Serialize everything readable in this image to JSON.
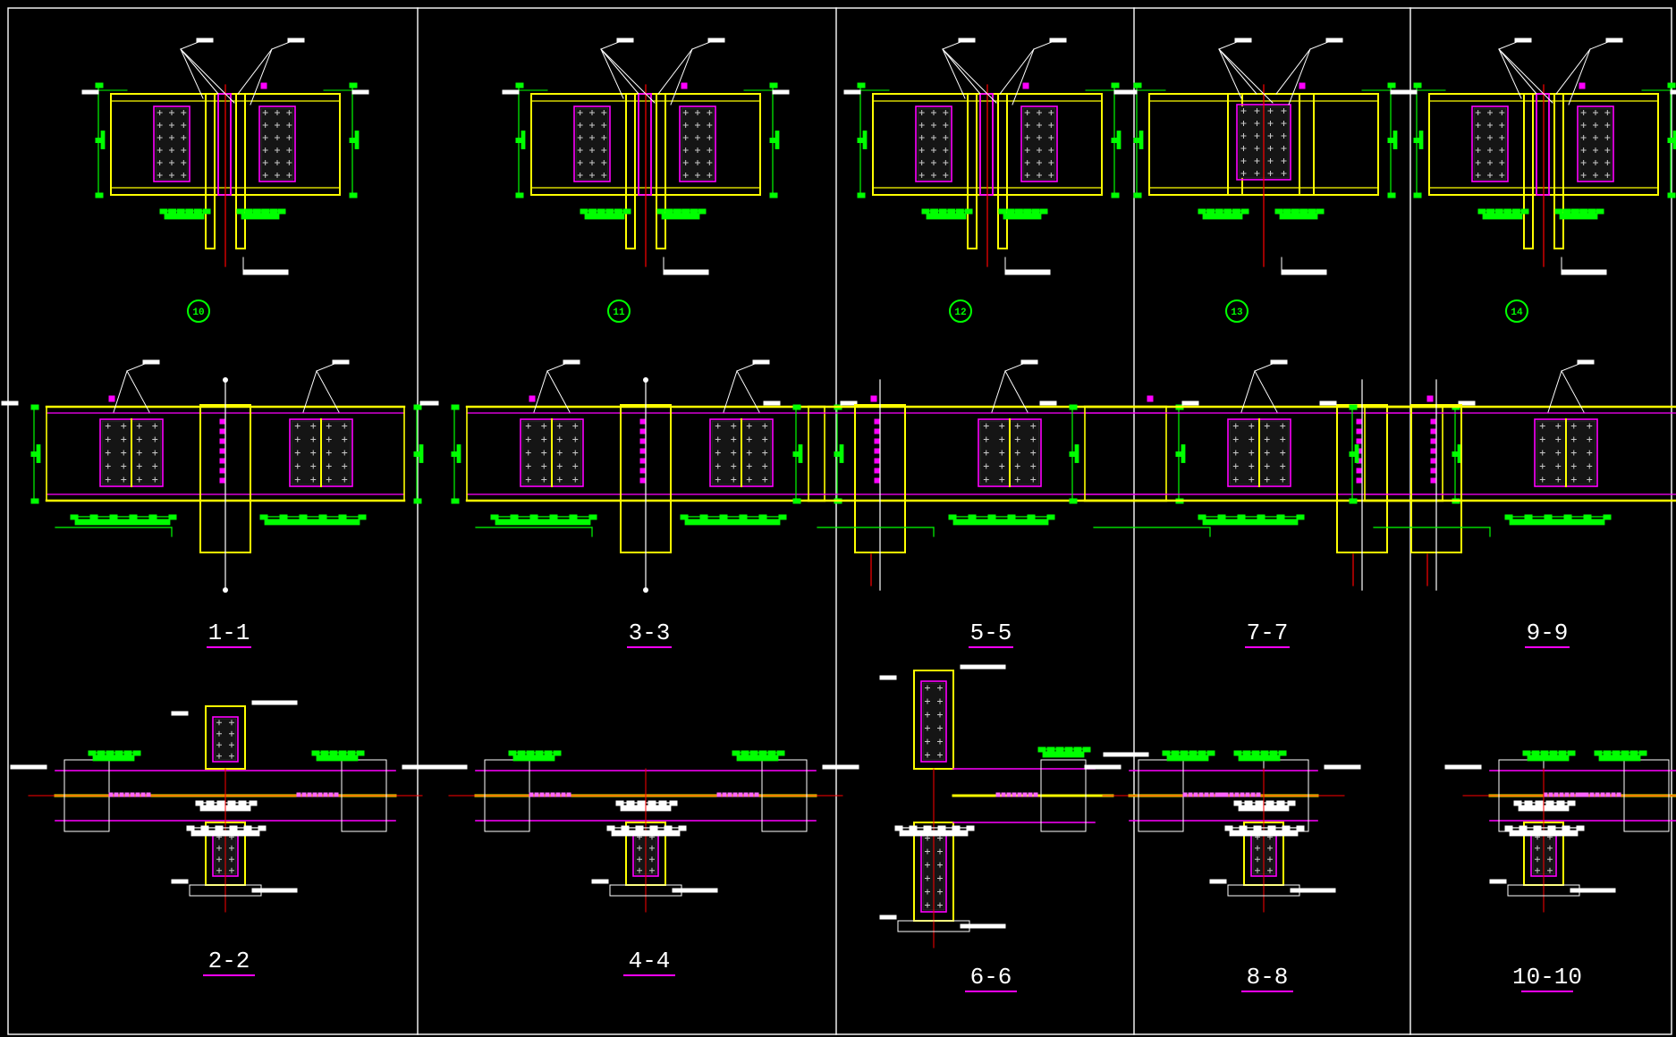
{
  "colors": {
    "background": "#000000",
    "frame": "#ffffff",
    "beam": "#ffff00",
    "plate": "#ff00ff",
    "dimension": "#00ff00",
    "axis": "#ff0000",
    "leader": "#ffffff",
    "bolt": "#c8c8c8",
    "weld": "#ff66ff"
  },
  "panels": [
    {
      "detail_mark": "10",
      "elevation": {
        "type": "both-sides",
        "label": "1-1"
      },
      "plan": {
        "type": "cross",
        "label": "2-2"
      }
    },
    {
      "detail_mark": "11",
      "elevation": {
        "type": "both-sides",
        "label": "3-3"
      },
      "plan": {
        "type": "tee-down",
        "label": "4-4"
      }
    },
    {
      "detail_mark": "12",
      "elevation": {
        "type": "right-only",
        "label": "5-5"
      },
      "plan": {
        "type": "tee-right",
        "label": "6-6"
      }
    },
    {
      "detail_mark": "13",
      "elevation": {
        "type": "left-only",
        "label": "7-7"
      },
      "plan": {
        "type": "corner-left",
        "label": "8-8"
      }
    },
    {
      "detail_mark": "14",
      "elevation": {
        "type": "right-only",
        "label": "9-9"
      },
      "plan": {
        "type": "corner-right",
        "label": "10-10"
      }
    }
  ]
}
